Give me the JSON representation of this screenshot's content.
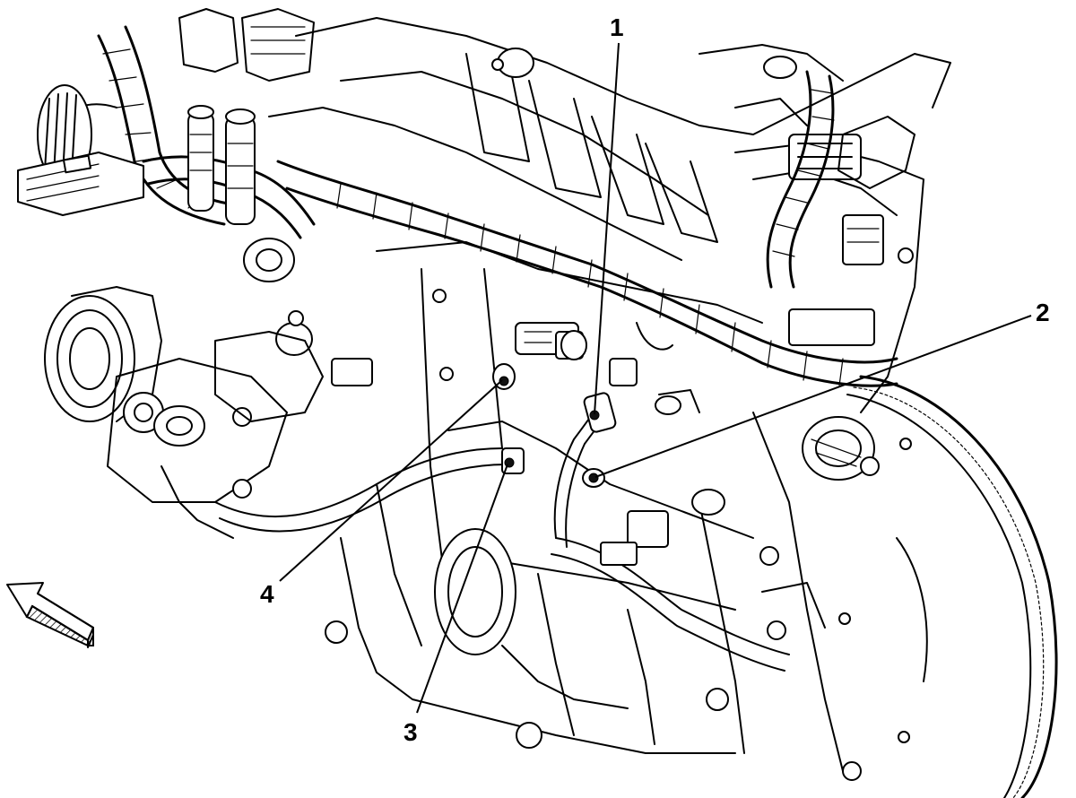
{
  "callouts": [
    {
      "id": "1",
      "label": "1"
    },
    {
      "id": "2",
      "label": "2"
    },
    {
      "id": "3",
      "label": "3"
    },
    {
      "id": "4",
      "label": "4"
    }
  ],
  "icons": {
    "direction_arrow": "front-direction-arrow-icon"
  }
}
